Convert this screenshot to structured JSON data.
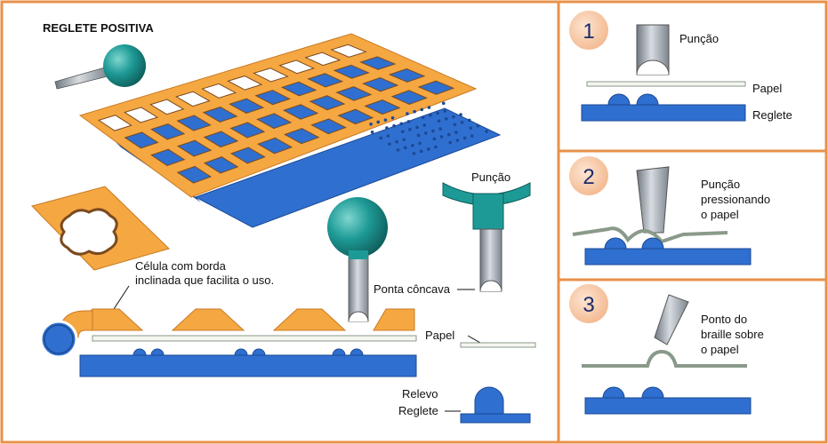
{
  "title": "REGLETE POSITIVA",
  "labels": {
    "puncao_top": "Punção",
    "ponta_concava": "Ponta côncava",
    "celula_line1": "Célula com borda",
    "celula_line2": "inclinada que facilita o uso.",
    "papel_main": "Papel",
    "relevo": "Relevo",
    "reglete_main": "Reglete"
  },
  "steps": [
    {
      "number": "1",
      "lines": [
        "Punção"
      ],
      "papel": "Papel",
      "reglete": "Reglete"
    },
    {
      "number": "2",
      "lines": [
        "Punção",
        "pressionando",
        "o papel"
      ]
    },
    {
      "number": "3",
      "lines": [
        "Ponto do",
        "braille sobre",
        "o papel"
      ]
    }
  ],
  "colors": {
    "frame": "#e8914a",
    "orange": "#f5a742",
    "blue": "#2f6fcf",
    "teal": "#1e9a96",
    "steel": "#9aa3ad",
    "badge": "#f7c9a3"
  }
}
